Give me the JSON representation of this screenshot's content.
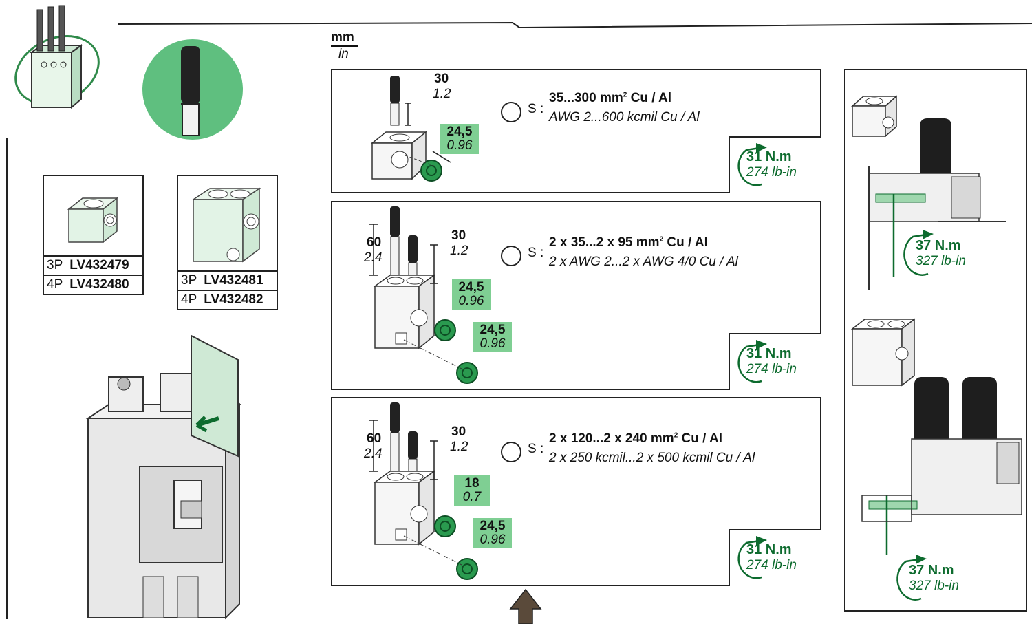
{
  "units": {
    "primary": "mm",
    "secondary": "in"
  },
  "parts": [
    {
      "rows": [
        {
          "poles": "3P",
          "ref": "LV432479"
        },
        {
          "poles": "4P",
          "ref": "LV432480"
        }
      ]
    },
    {
      "rows": [
        {
          "poles": "3P",
          "ref": "LV432481"
        },
        {
          "poles": "4P",
          "ref": "LV432482"
        }
      ]
    }
  ],
  "panels": [
    {
      "s_label": "S :",
      "spec_main": "35...300 mm",
      "spec_sup": "2",
      "spec_main_tail": " Cu / Al",
      "spec_alt": "AWG 2...600 kcmil Cu / Al",
      "dim_strip": {
        "mm": "30",
        "in": "1.2"
      },
      "dim_screws": [
        {
          "mm": "24,5",
          "in": "0.96"
        }
      ],
      "torque": {
        "nm": "31 N.m",
        "lbin": "274 lb-in"
      }
    },
    {
      "s_label": "S :",
      "spec_main": "2 x 35...2 x 95 mm",
      "spec_sup": "2",
      "spec_main_tail": " Cu / Al",
      "spec_alt": "2 x AWG 2...2 x AWG 4/0 Cu / Al",
      "dim_height": {
        "mm": "60",
        "in": "2.4"
      },
      "dim_strip": {
        "mm": "30",
        "in": "1.2"
      },
      "dim_screws": [
        {
          "mm": "24,5",
          "in": "0.96"
        },
        {
          "mm": "24,5",
          "in": "0.96"
        }
      ],
      "torque": {
        "nm": "31 N.m",
        "lbin": "274 lb-in"
      }
    },
    {
      "s_label": "S :",
      "spec_main": "2 x 120...2 x 240 mm",
      "spec_sup": "2",
      "spec_main_tail": " Cu / Al",
      "spec_alt": "2 x 250 kcmil...2 x 500 kcmil Cu / Al",
      "dim_height": {
        "mm": "60",
        "in": "2.4"
      },
      "dim_strip": {
        "mm": "30",
        "in": "1.2"
      },
      "dim_screws": [
        {
          "mm": "18",
          "in": "0.7"
        },
        {
          "mm": "24,5",
          "in": "0.96"
        }
      ],
      "torque": {
        "nm": "31 N.m",
        "lbin": "274 lb-in"
      }
    }
  ],
  "right_torques": [
    {
      "nm": "37 N.m",
      "lbin": "327 lb-in"
    },
    {
      "nm": "37 N.m",
      "lbin": "327 lb-in"
    }
  ],
  "colors": {
    "accent_green": "#7fcf93",
    "dark_green": "#0d6b2e",
    "circle_green": "#5fbf7f"
  }
}
